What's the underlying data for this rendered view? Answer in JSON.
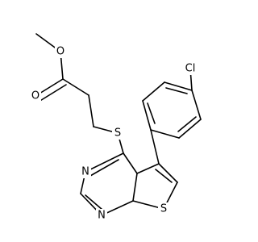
{
  "structure": {
    "atom_labels": {
      "o_methoxy": "O",
      "o_carbonyl": "O",
      "s_thioether": "S",
      "cl": "Cl",
      "n3": "N",
      "n1": "N",
      "s_thiophene": "S"
    }
  },
  "colors": {
    "bond": "#000000",
    "label": "#000000",
    "background": "#ffffff"
  }
}
